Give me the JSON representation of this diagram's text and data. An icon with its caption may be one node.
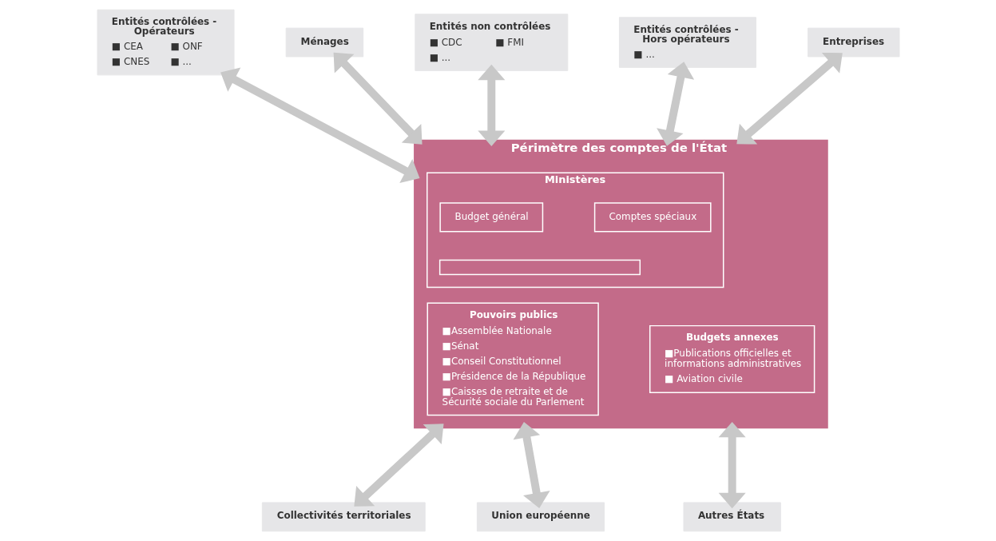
{
  "diagram": {
    "nodes": [
      {
        "text": [
          "Ménages"
        ]
      },
      {
        "text": [
          "Entreprises"
        ]
      },
      {
        "text": [
          "Entités contrôlées - Opérateurs",
          "■ CEA",
          "■ ONF",
          "■ CNES",
          "■ ..."
        ]
      },
      {
        "text": [
          "Entités contrôlées - Hors opérateurs",
          "■ ..."
        ]
      },
      {
        "text": [
          "Entités non contrôlées",
          "■ CDC",
          "■ FMI",
          "■ ..."
        ]
      },
      {
        "text": [
          "Périmètre des comptes de l'État"
        ]
      },
      {
        "text": [
          "Ministères"
        ],
        "in": 5
      },
      {
        "text": [
          "Budget général"
        ],
        "in": 6
      },
      {
        "text": [
          "Comptes spéciaux"
        ],
        "in": 6
      },
      {
        "text": [],
        "shape": "box",
        "in": 6
      },
      {
        "text": [
          "Pouvoirs publics",
          "■Assemblée Nationale",
          "■Sénat",
          "■Conseil Constitutionnel",
          "■Présidence de la République",
          "■Caisses de retraite et de Sécurité sociale du Parlement"
        ],
        "in": 5
      },
      {
        "text": [
          "Budgets annexes",
          "■Publications officielles et informations administratives",
          "■ Aviation civile"
        ],
        "in": 5
      },
      {
        "text": [
          "Union européenne"
        ]
      },
      {
        "text": [
          "Autres États"
        ]
      },
      {
        "text": [
          "Collectivités territoriales"
        ]
      }
    ],
    "edges": [
      {
        "from": 0,
        "to": 5,
        "arrow": "both"
      },
      {
        "from": 1,
        "to": 5,
        "arrow": "both"
      },
      {
        "from": 2,
        "to": 5,
        "arrow": "both"
      },
      {
        "from": 3,
        "to": 5,
        "arrow": "both"
      },
      {
        "from": 4,
        "to": 5,
        "arrow": "both"
      },
      {
        "from": 5,
        "to": 12,
        "arrow": "both"
      },
      {
        "from": 5,
        "to": 13,
        "arrow": "both"
      },
      {
        "from": 5,
        "to": 14,
        "arrow": "both"
      }
    ]
  }
}
